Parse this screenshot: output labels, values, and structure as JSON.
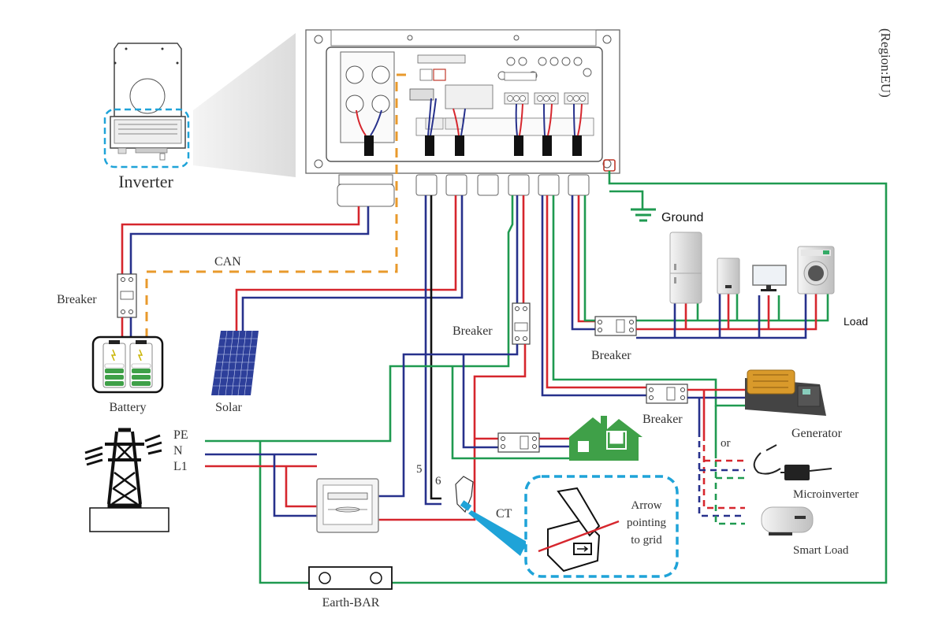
{
  "region_label": "(Region:EU)",
  "labels": {
    "inverter": "Inverter",
    "can": "CAN",
    "breaker_battery": "Breaker",
    "battery": "Battery",
    "solar": "Solar",
    "ground": "Ground",
    "load": "Load",
    "breaker_load": "Breaker",
    "breaker_grid": "Breaker",
    "breaker_gen": "Breaker",
    "generator": "Generator",
    "or": "or",
    "microinverter": "Microinverter",
    "smart_load": "Smart Load",
    "pe": "PE",
    "n": "N",
    "l1": "L1",
    "pin5": "5",
    "pin6": "6",
    "ct": "CT",
    "ct_note_1": "Arrow",
    "ct_note_2": "pointing",
    "ct_note_3": "to grid",
    "earth_bar": "Earth-BAR"
  },
  "colors": {
    "live": "#d6262d",
    "neutral": "#27318c",
    "earth": "#1f9a50",
    "can_bus": "#e89a2c",
    "highlight": "#1fa3d8",
    "house": "#3fa048"
  }
}
